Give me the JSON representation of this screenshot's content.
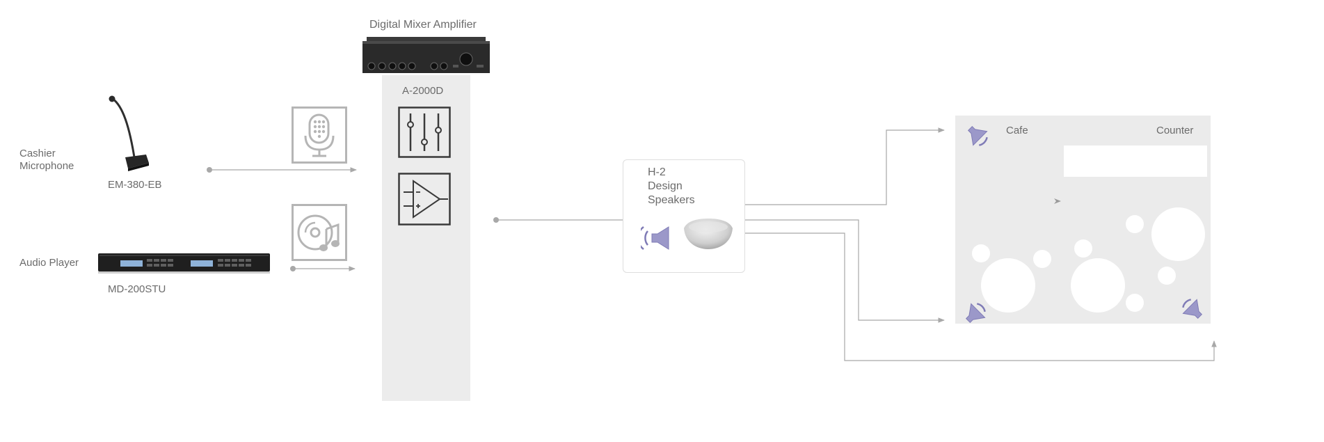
{
  "title": "Digital Mixer Amplifier",
  "amplifier": {
    "model": "A-2000D"
  },
  "inputs": [
    {
      "label_line1": "Cashier",
      "label_line2": "Microphone",
      "model": "EM-380-EB",
      "icon": "microphone-icon"
    },
    {
      "label": "Audio Player",
      "model": "MD-200STU",
      "icon": "music-disc-icon"
    }
  ],
  "amp_icons": [
    "mixer-faders-icon",
    "amplifier-triangle-icon"
  ],
  "speakers": {
    "line1": "H-2",
    "line2": "Design",
    "line3": "Speakers"
  },
  "room": {
    "left_label": "Cafe",
    "right_label": "Counter"
  },
  "colors": {
    "accent": "#9b98c9",
    "accent_stroke": "#7f7bb6",
    "line": "#a8a8a8",
    "icon": "#b5b5b5",
    "room": "#ebebeb",
    "column": "#ececec"
  }
}
